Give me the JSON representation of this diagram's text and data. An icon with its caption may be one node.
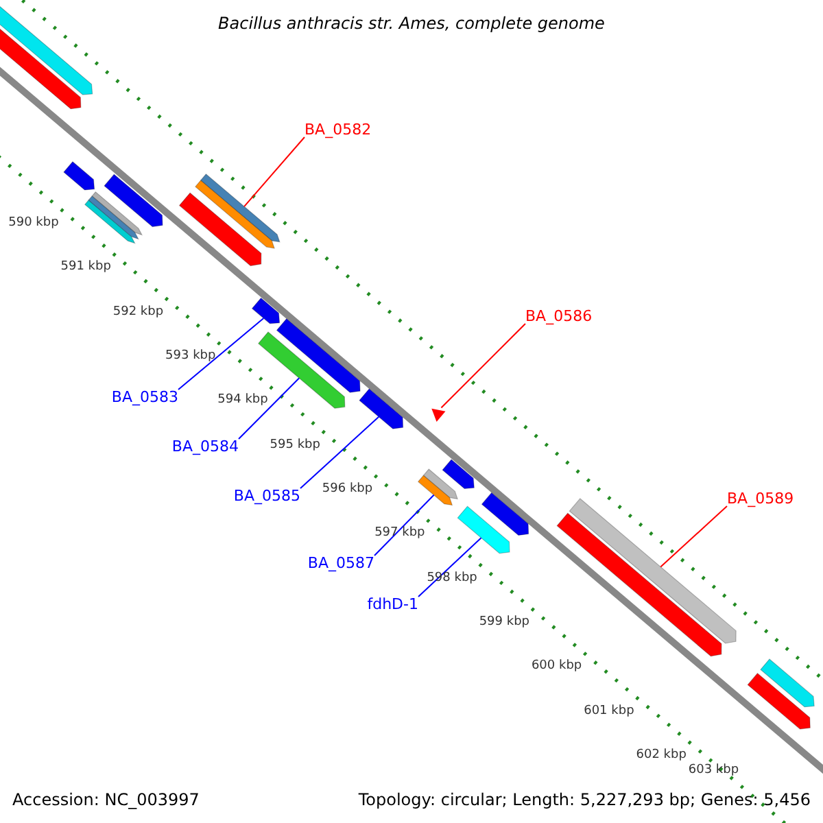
{
  "diagram": {
    "title": "Bacillus anthracis str. Ames, complete genome",
    "nodes": [
      {
        "text": [
          "BA_0582"
        ]
      },
      {
        "text": [
          "BA_0586"
        ]
      },
      {
        "text": [
          "BA_0589"
        ]
      },
      {
        "text": [
          "BA_0583"
        ]
      },
      {
        "text": [
          "BA_0584"
        ]
      },
      {
        "text": [
          "BA_0585"
        ]
      },
      {
        "text": [
          "BA_0587"
        ]
      },
      {
        "text": [
          "fdhD-1"
        ]
      },
      {
        "text": [],
        "shape": "bar"
      },
      {
        "text": [],
        "shape": "bar"
      },
      {
        "text": [],
        "shape": "bar"
      },
      {
        "text": [],
        "shape": "bar"
      },
      {
        "text": [],
        "shape": "bar"
      },
      {
        "text": [],
        "shape": "bar"
      },
      {
        "text": [],
        "shape": "bar"
      },
      {
        "text": [],
        "shape": "bar"
      },
      {
        "text": [],
        "shape": "bar"
      },
      {
        "text": [],
        "shape": "bar"
      },
      {
        "text": [],
        "shape": "bar"
      },
      {
        "text": [],
        "shape": "bar"
      },
      {
        "text": [],
        "shape": "bar"
      },
      {
        "text": [],
        "shape": "bar"
      },
      {
        "text": [],
        "shape": "triangle"
      },
      {
        "text": [],
        "shape": "bar"
      },
      {
        "text": [],
        "shape": "bar"
      },
      {
        "text": [],
        "shape": "bar"
      },
      {
        "text": [],
        "shape": "bar"
      },
      {
        "text": [],
        "shape": "bar"
      },
      {
        "text": [],
        "shape": "bar"
      },
      {
        "text": [],
        "shape": "bar"
      },
      {
        "text": [],
        "shape": "bar"
      },
      {
        "text": [],
        "shape": "bar"
      }
    ],
    "edges": [
      {
        "from": 0,
        "to": 15,
        "arrow": "none",
        "color": "#ff0000"
      },
      {
        "from": 1,
        "to": 22,
        "arrow": "none",
        "color": "#ff0000"
      },
      {
        "from": 2,
        "to": 28,
        "arrow": "none",
        "color": "#ff0000"
      },
      {
        "from": 3,
        "to": 18,
        "arrow": "none"
      },
      {
        "from": 4,
        "to": 19,
        "arrow": "none"
      },
      {
        "from": 5,
        "to": 21,
        "arrow": "none"
      },
      {
        "from": 6,
        "to": 24,
        "arrow": "none"
      },
      {
        "from": 7,
        "to": 26,
        "arrow": "none"
      }
    ],
    "labels": [
      "590 kbp",
      "591 kbp",
      "592 kbp",
      "593 kbp",
      "594 kbp",
      "595 kbp",
      "596 kbp",
      "597 kbp",
      "598 kbp",
      "599 kbp",
      "600 kbp",
      "601 kbp",
      "602 kbp",
      "603 kbp",
      "Accession: NC_003997",
      "Topology: circular; Length: 5,227,293 bp; Genes: 5,456"
    ]
  }
}
